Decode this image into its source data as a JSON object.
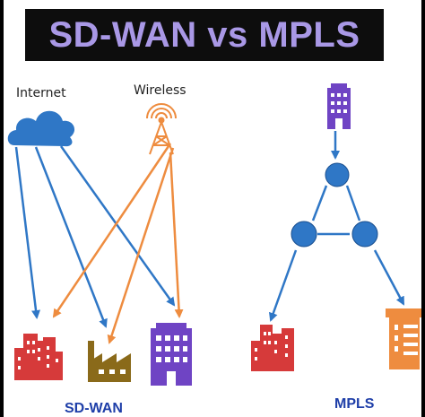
{
  "title": "SD-WAN vs MPLS",
  "labels": {
    "internet": "Internet",
    "wireless": "Wireless",
    "sdwan": "SD-WAN",
    "mpls": "MPLS"
  },
  "icons": {
    "cloud": "cloud-icon",
    "tower": "wireless-tower-icon",
    "city": "city-buildings-icon",
    "factory": "factory-icon",
    "office": "office-building-icon",
    "hq": "headquarters-building-icon",
    "node": "router-node-icon",
    "tank": "water-tower-icon"
  },
  "colors": {
    "title_bg": "#0d0d0d",
    "title_text": "#a998e6",
    "blue_link": "#2f77c6",
    "orange_link": "#ee8c3f",
    "red_building": "#d63a3a",
    "purple_building": "#6f44c4",
    "factory": "#8a6a1a",
    "node": "#2f77c6",
    "tank": "#ee8c3f",
    "section_label": "#1e3ea8"
  }
}
